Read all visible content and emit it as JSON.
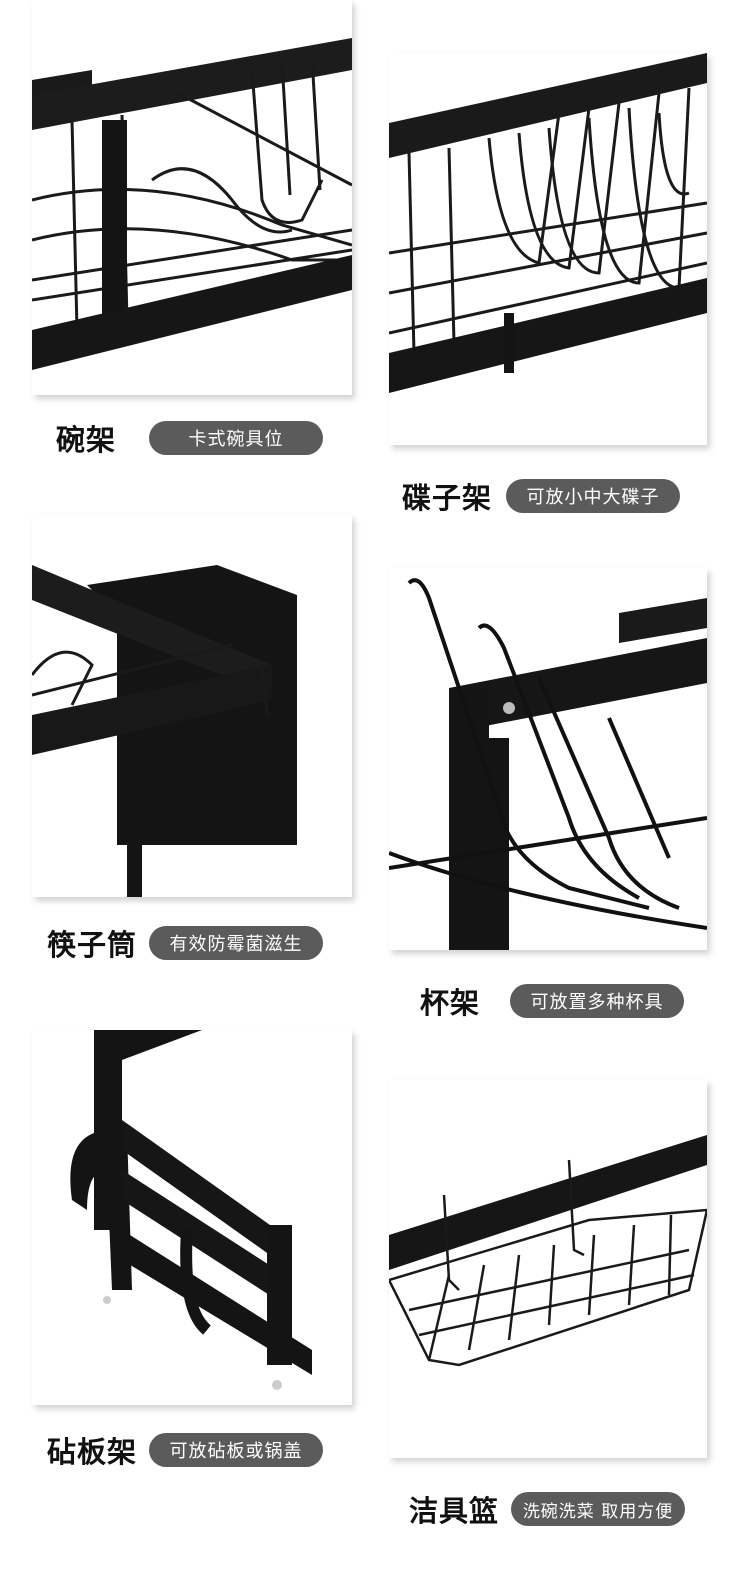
{
  "sections": [
    {
      "title": "碗架",
      "tag": "卡式碗具位",
      "image": "bowl-rack-photo"
    },
    {
      "title": "碟子架",
      "tag": "可放小中大碟子",
      "image": "plate-rack-photo"
    },
    {
      "title": "筷子筒",
      "tag": "有效防霉菌滋生",
      "image": "chopstick-holder-photo"
    },
    {
      "title": "杯架",
      "tag": "可放置多种杯具",
      "image": "cup-rack-photo"
    },
    {
      "title": "砧板架",
      "tag": "可放砧板或锅盖",
      "image": "cutting-board-rack-photo"
    },
    {
      "title": "洁具篮",
      "tag": "洗碗洗菜 取用方便",
      "image": "cleaning-basket-photo"
    }
  ],
  "colors": {
    "pill_bg": "#5b5b5b",
    "pill_text": "#ffffff",
    "title_text": "#111111",
    "product": "#141414"
  }
}
